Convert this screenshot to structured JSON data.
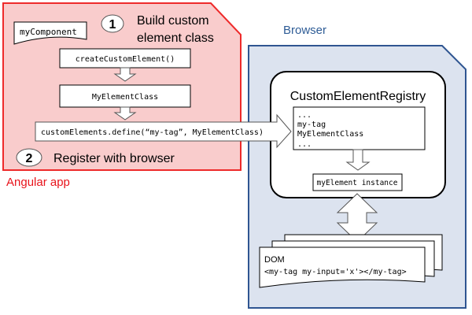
{
  "angular_app": {
    "label": "Angular app",
    "my_component": "myComponent",
    "step1": {
      "number": "1",
      "line1": "Build custom",
      "line2": "element class"
    },
    "create_fn": "createCustomElement()",
    "element_class": "MyElementClass",
    "define_call": "customElements.define(“my-tag”, MyElementClass)",
    "step2": {
      "number": "2",
      "label": "Register with browser"
    }
  },
  "browser": {
    "label": "Browser",
    "registry": {
      "title": "CustomElementRegistry",
      "entries": [
        "...",
        "my-tag",
        "MyElementClass",
        "..."
      ]
    },
    "instance_label": "myElement instance",
    "dom": {
      "label": "DOM",
      "markup": "<my-tag my-input='x'></my-tag>"
    }
  },
  "colors": {
    "angular_fill": "#f9cccc",
    "angular_stroke": "#ee2a2a",
    "angular_label": "#e8141c",
    "browser_fill": "#dce3ef",
    "browser_stroke": "#2f5591",
    "browser_label": "#2e5c96"
  }
}
